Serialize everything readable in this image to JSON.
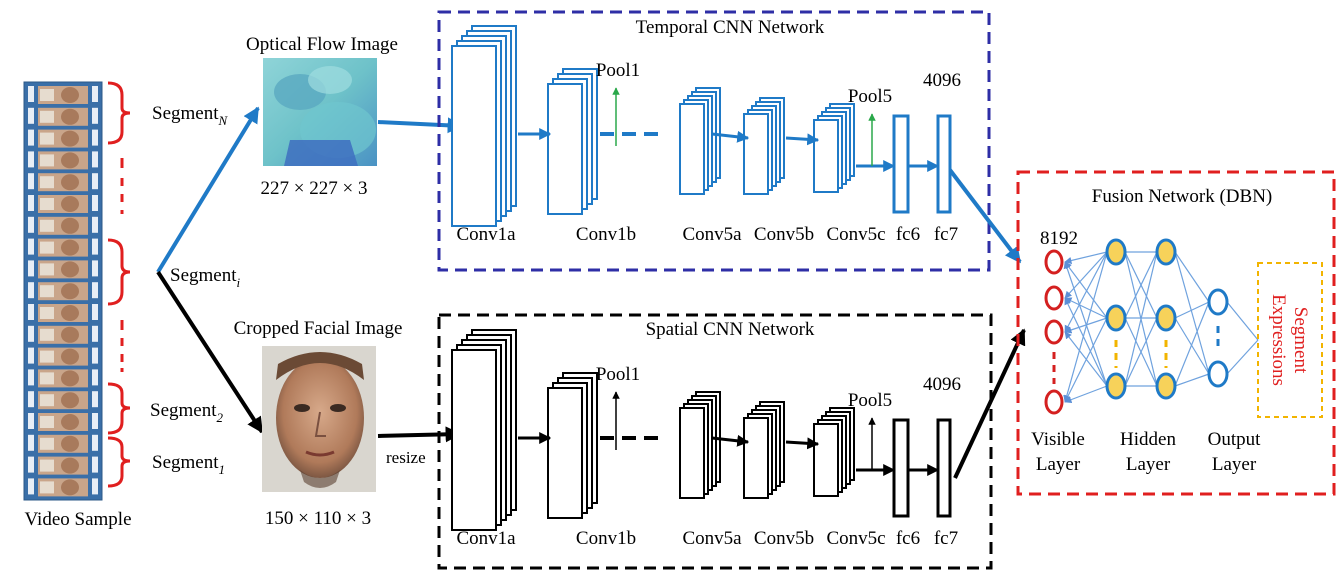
{
  "video": {
    "label": "Video Sample",
    "segments": [
      {
        "base": "Segment",
        "sub": "N"
      },
      {
        "base": "Segment",
        "sub": "i"
      },
      {
        "base": "Segment",
        "sub": "2"
      },
      {
        "base": "Segment",
        "sub": "1"
      }
    ]
  },
  "optical_flow": {
    "title": "Optical Flow Image",
    "dims": "227 × 227 × 3"
  },
  "cropped_face": {
    "title": "Cropped Facial Image",
    "dims": "150 × 110 × 3",
    "resize_label": "resize"
  },
  "temporal": {
    "title": "Temporal CNN Network",
    "pool1": "Pool1",
    "pool5": "Pool5",
    "fc_size": "4096",
    "layers": [
      "Conv1a",
      "Conv1b",
      "Conv5a",
      "Conv5b",
      "Conv5c",
      "fc6",
      "fc7"
    ]
  },
  "spatial": {
    "title": "Spatial CNN Network",
    "pool1": "Pool1",
    "pool5": "Pool5",
    "fc_size": "4096",
    "layers": [
      "Conv1a",
      "Conv1b",
      "Conv5a",
      "Conv5b",
      "Conv5c",
      "fc6",
      "fc7"
    ]
  },
  "fusion": {
    "title": "Fusion Network (DBN)",
    "input_size": "8192",
    "layer_labels": [
      {
        "line1": "Visible",
        "line2": "Layer"
      },
      {
        "line1": "Hidden",
        "line2": "Layer"
      },
      {
        "line1": "Output",
        "line2": "Layer"
      }
    ],
    "output_line1": "Segment",
    "output_line2": "Expressions"
  },
  "colors": {
    "temporal_border": "#2e2ea6",
    "spatial_border": "#000000",
    "fusion_border": "#e01f1f",
    "temporal_stroke": "#1f7ac7",
    "segment_bracket": "#e01f1f",
    "pool_arrow_temporal": "#2aa84a",
    "node_visible": "#d42020",
    "node_fill": "#f7d25a",
    "node_stroke": "#1f7ac7",
    "output_box": "#f2b400"
  }
}
